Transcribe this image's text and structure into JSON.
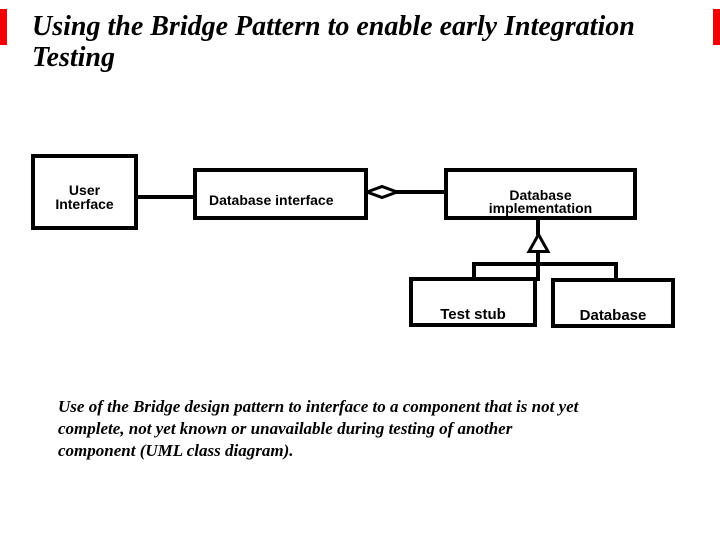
{
  "slide": {
    "title_lines": [
      "Using the Bridge Pattern to enable early Integration",
      "Testing"
    ],
    "caption_lines": [
      "Use of the Bridge design pattern to interface to a component that is not yet",
      "complete, not yet known or unavailable during testing of another",
      "component (UML class diagram)."
    ]
  },
  "diagram": {
    "type": "uml-class-diagram",
    "boxes": {
      "user_interface": {
        "label": "User\nInterface"
      },
      "database_interface": {
        "label": "Database interface"
      },
      "database_implementation": {
        "label": "Database\nimplementation"
      },
      "test_stub": {
        "label": "Test stub"
      },
      "database": {
        "label": "Database"
      }
    },
    "colors": {
      "line": "#000000",
      "box_fill": "#ffffff",
      "text": "#000000"
    }
  },
  "frame": {
    "edge_mark_color": "#f20000",
    "edge_mark_style": "background:#f20000"
  }
}
